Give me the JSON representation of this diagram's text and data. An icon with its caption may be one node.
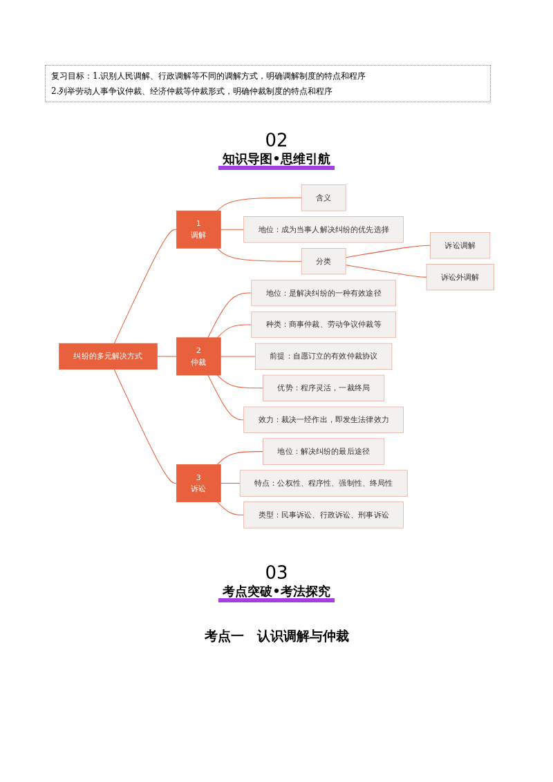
{
  "diagram": {
    "nodes": [
      {
        "text": [
          "纠纷的多元解决方式"
        ]
      },
      {
        "text": [
          "1",
          "调解"
        ]
      },
      {
        "text": [
          "含义"
        ]
      },
      {
        "text": [
          "地位：成为当事人解决纠纷的优先选择"
        ]
      },
      {
        "text": [
          "分类"
        ]
      },
      {
        "text": [
          "诉讼调解"
        ]
      },
      {
        "text": [
          "诉讼外调解"
        ]
      },
      {
        "text": [
          "2",
          "仲裁"
        ]
      },
      {
        "text": [
          "地位：是解决纠纷的一种有效途径"
        ]
      },
      {
        "text": [
          "种类：商事仲裁、劳动争议仲裁等"
        ]
      },
      {
        "text": [
          "前提：自愿订立的有效仲裁协议"
        ]
      },
      {
        "text": [
          "优势：程序灵活，一裁终局"
        ]
      },
      {
        "text": [
          "效力：裁决一经作出，即发生法律效力"
        ]
      },
      {
        "text": [
          "3",
          "诉讼"
        ]
      },
      {
        "text": [
          "地位：解决纠纷的最后途径"
        ]
      },
      {
        "text": [
          "特点：公权性、程序性、强制性、终局性"
        ]
      },
      {
        "text": [
          "类型：民事诉讼、行政诉讼、刑事诉讼"
        ]
      }
    ],
    "edges": [
      {
        "from": 0,
        "to": 1,
        "arrow": "none"
      },
      {
        "from": 0,
        "to": 7,
        "arrow": "none"
      },
      {
        "from": 0,
        "to": 13,
        "arrow": "none"
      },
      {
        "from": 1,
        "to": 2,
        "arrow": "none"
      },
      {
        "from": 1,
        "to": 3,
        "arrow": "none"
      },
      {
        "from": 1,
        "to": 4,
        "arrow": "none"
      },
      {
        "from": 4,
        "to": 5,
        "arrow": "none"
      },
      {
        "from": 4,
        "to": 6,
        "arrow": "none"
      },
      {
        "from": 7,
        "to": 8,
        "arrow": "none"
      },
      {
        "from": 7,
        "to": 9,
        "arrow": "none"
      },
      {
        "from": 7,
        "to": 10,
        "arrow": "none"
      },
      {
        "from": 7,
        "to": 11,
        "arrow": "none"
      },
      {
        "from": 7,
        "to": 12,
        "arrow": "none"
      },
      {
        "from": 13,
        "to": 14,
        "arrow": "none"
      },
      {
        "from": 13,
        "to": 15,
        "arrow": "none"
      },
      {
        "from": 13,
        "to": 16,
        "arrow": "none"
      }
    ],
    "labels": [
      "复习目标：1.识别人民调解、行政调解等不同的调解方式，明确调解制度的特点和程序",
      "2.列举劳动人事争议仲裁、经济仲裁等仲裁形式，明确仲裁制度的特点和程序",
      "02",
      "知识导图•思维引航",
      "03",
      "考点突破•考法探究",
      "考点一　认识调解与仲裁"
    ]
  }
}
